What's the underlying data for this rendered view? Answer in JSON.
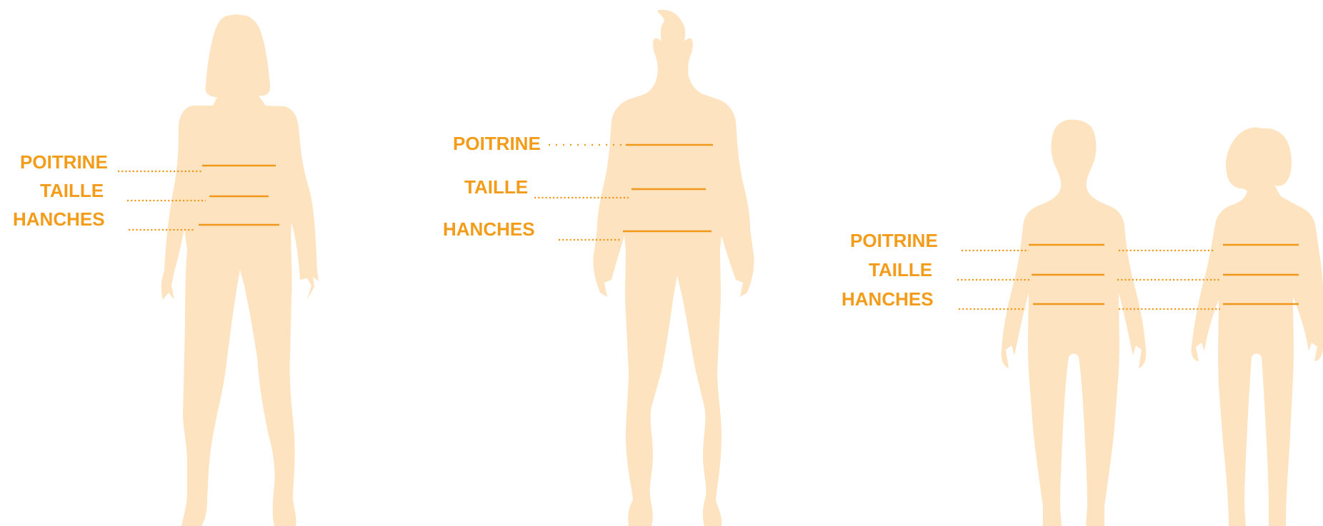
{
  "colors": {
    "label": "#f39c1a",
    "line": "#f0981a",
    "silhouette": "#fde3c0",
    "background": "#ffffff"
  },
  "figures": [
    {
      "id": "woman",
      "labels": {
        "chest": "POITRINE",
        "waist": "TAILLE",
        "hips": "HANCHES"
      }
    },
    {
      "id": "man",
      "labels": {
        "chest": "POITRINE",
        "waist": "TAILLE",
        "hips": "HANCHES"
      }
    },
    {
      "id": "children",
      "labels": {
        "chest": "POITRINE",
        "waist": "TAILLE",
        "hips": "HANCHES"
      }
    }
  ]
}
